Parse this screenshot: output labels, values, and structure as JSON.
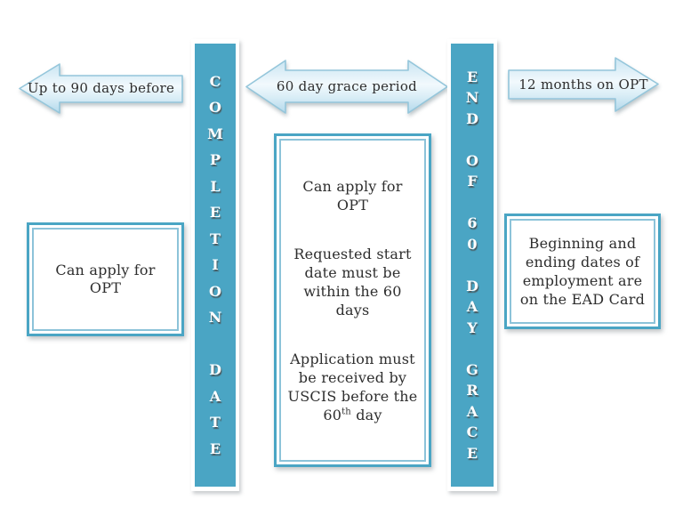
{
  "diagram": {
    "topic": "OPT application timeline"
  },
  "arrows": {
    "left": {
      "label": "Up to 90 days before",
      "direction": "left"
    },
    "middle": {
      "label": "60 day grace period",
      "direction": "both"
    },
    "right": {
      "label": "12 months on OPT",
      "direction": "right"
    }
  },
  "bars": {
    "completion": {
      "text": "C\nO\nM\nP\nL\nE\nT\nI\nO\nN\n\nD\nA\nT\nE"
    },
    "grace": {
      "text": "E\nN\nD\n\nO\nF\n\n6\n0\n\nD\nA\nY\n\nG\nR\nA\nC\nE"
    }
  },
  "boxes": {
    "left": {
      "text": "Can apply for\nOPT"
    },
    "middle": {
      "p1": "Can apply for\nOPT",
      "p2": "Requested start\ndate must be\nwithin the 60\ndays",
      "p3_lines": "Application must\nbe received by\nUSCIS before the",
      "p3_num": "60",
      "p3_sup": "th",
      "p3_tail": " day"
    },
    "right": {
      "text": "Beginning and\nending dates of\nemployment are\non the EAD Card"
    }
  },
  "colors": {
    "bar_fill": "#4aa5c4",
    "box_border": "#4aa5c4",
    "box_inner_ring": "#8cc3d9",
    "arrow_border": "#94c6db",
    "arrow_fill_top": "#c9e5f2",
    "arrow_fill_mid": "#f2f9fd",
    "arrow_fill_bottom": "#b3d8eb",
    "text": "#2e2e2e",
    "bar_letters": "#ffffff",
    "background": "#ffffff"
  }
}
